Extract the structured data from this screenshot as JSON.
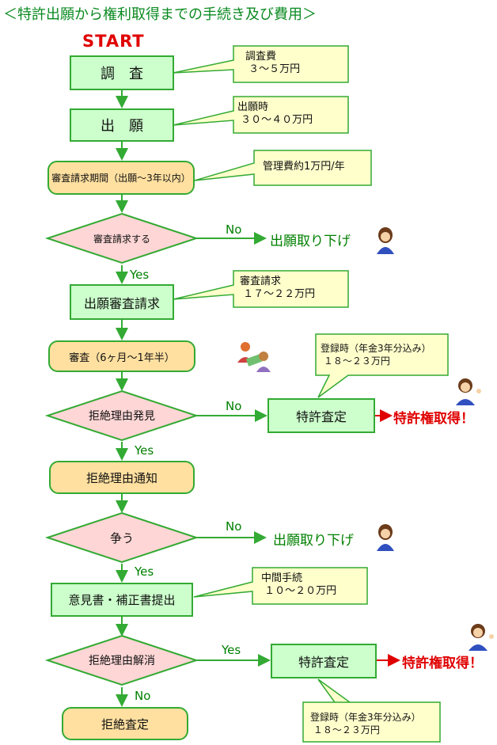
{
  "title": "＜特許出願から権利取得までの手続き及び費用＞",
  "start": "START",
  "nodes": {
    "chousa": "調　査",
    "shutsugan": "出　願",
    "period": "審査請求期間（出願～3年以内）",
    "q_request": "審査請求する",
    "request": "出願審査請求",
    "shinsa": "審査（6ヶ月～1年半）",
    "q_reason1": "拒絶理由発見",
    "tokkyo1": "特許査定",
    "notice": "拒絶理由通知",
    "q_dispute": "争う",
    "opinion": "意見書・補正書提出",
    "q_resolve": "拒絶理由解消",
    "tokkyo2": "特許査定",
    "reject": "拒絶査定"
  },
  "outcomes": {
    "withdraw1": "出願取り下げ",
    "withdraw2": "出願取り下げ",
    "patent1": "特許権取得！",
    "patent2": "特許権取得！"
  },
  "branches": {
    "no1": "No",
    "yes1": "Yes",
    "no2": "No",
    "yes2": "Yes",
    "no3": "No",
    "yes3": "Yes",
    "yes4": "Yes",
    "no4": "No"
  },
  "callouts": {
    "c1": "調査費\n ３～５万円",
    "c2": "出願時\n ３０～４０万円",
    "c3": "管理費約1万円/年",
    "c4": "審査請求\n １７～２２万円",
    "c5": "登録時（年金3年分込み）\n １８～２３万円",
    "c6": "中間手続\n １０～２０万円",
    "c7": "登録時（年金3年分込み）\n １８～２３万円"
  },
  "icons": [
    "person-bowing-icon",
    "meeting-people-icon",
    "person-waving-icon"
  ],
  "colors": {
    "green_box": "#ccffcc",
    "orange_box": "#ffe0a0",
    "diamond": "#ffd6d6",
    "callout": "#ffffcc",
    "line": "#33aa33",
    "red_text": "#e00000"
  }
}
